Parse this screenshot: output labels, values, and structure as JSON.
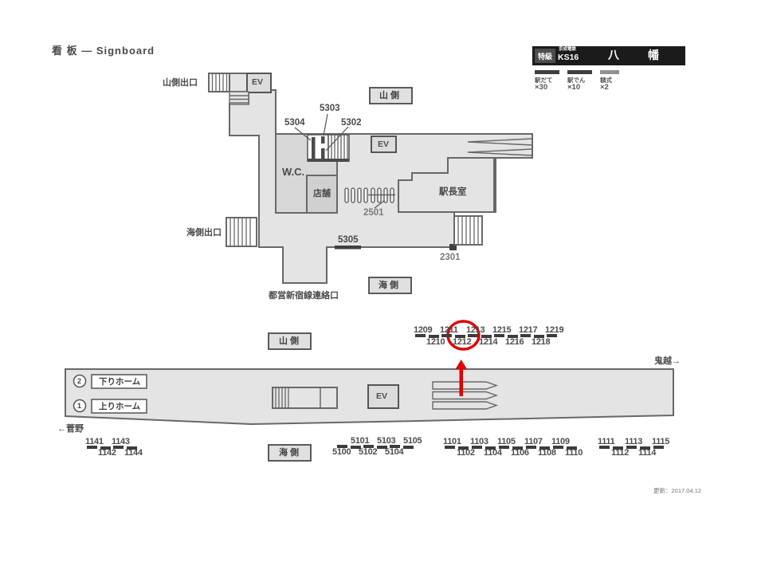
{
  "title": "看 板 — Signboard",
  "header": {
    "grade": "特級",
    "company": "京成電鉄",
    "station_code": "KS16",
    "station_name": "八　幡",
    "legend": [
      {
        "label": "駅だて",
        "count": "×30",
        "bar_color": "#3f3f3f"
      },
      {
        "label": "駅でん",
        "count": "×10",
        "bar_color": "#3f3f3f"
      },
      {
        "label": "額式",
        "count": "×2",
        "bar_color": "#909090"
      }
    ]
  },
  "upper_map": {
    "exit_mountain": "山側出口",
    "exit_sea": "海側出口",
    "side_mountain": "山 側",
    "side_sea": "海 側",
    "wc": "W.C.",
    "shop": "店舗",
    "station_office": "駅長室",
    "subway_link": "都営新宿線連絡口",
    "ev": "EV",
    "sign_5304": "5304",
    "sign_5303": "5303",
    "sign_5302": "5302",
    "sign_5305": "5305",
    "sign_2501": "2501",
    "sign_2301": "2301"
  },
  "lower_map": {
    "side_mountain": "山 側",
    "side_sea": "海 側",
    "platform2_label": "下りホーム",
    "platform1_label": "上りホーム",
    "platform2_num": "2",
    "platform1_num": "1",
    "ev": "EV",
    "dir_right": "鬼越→",
    "dir_left": "←菅野"
  },
  "footer": {
    "updated": "更新：2017.04.12"
  },
  "colors": {
    "highlight": "#e00000",
    "fill": "#e4e4e4",
    "stroke": "#686868"
  },
  "sign_groups": [
    {
      "name": "group-1209",
      "top": [
        "1209",
        "1211",
        "1213",
        "1215",
        "1217",
        "1219"
      ],
      "bottom": [
        "1210",
        "1212",
        "1214",
        "1216",
        "1218"
      ],
      "topX": 519,
      "botX": 535,
      "yTop": 409,
      "yBot": 424,
      "spacing": 33,
      "dashStart": 521,
      "dashY": 419,
      "dashCount": 11,
      "dashSpacing": 16.5
    },
    {
      "name": "group-1141",
      "top": [
        "1141",
        "1143"
      ],
      "bottom": [
        "1142",
        "1144"
      ],
      "topX": 107,
      "botX": 123,
      "yTop": 549,
      "yBot": 563,
      "spacing": 33,
      "dashStart": 109,
      "dashY": 559,
      "dashCount": 4,
      "dashSpacing": 16.5
    },
    {
      "name": "group-5100",
      "top": [
        "5101",
        "5103",
        "5105"
      ],
      "bottom": [
        "5100",
        "5102",
        "5104"
      ],
      "topX": 440,
      "botX": 417,
      "yTop": 548,
      "yBot": 562,
      "spacing": 33,
      "dashStart": 423,
      "dashY": 558,
      "dashCount": 6,
      "dashSpacing": 16.5
    },
    {
      "name": "group-1101",
      "top": [
        "1101",
        "1103",
        "1105",
        "1107",
        "1109"
      ],
      "bottom": [
        "1102",
        "1104",
        "1106",
        "1108",
        "1110"
      ],
      "topX": 556,
      "botX": 573,
      "yTop": 549,
      "yBot": 563,
      "spacing": 34,
      "dashStart": 558,
      "dashY": 559,
      "dashCount": 10,
      "dashSpacing": 17
    },
    {
      "name": "group-1111",
      "top": [
        "1111",
        "1113",
        "1115"
      ],
      "bottom": [
        "1112",
        "1114"
      ],
      "topX": 750,
      "botX": 767,
      "yTop": 549,
      "yBot": 563,
      "spacing": 34,
      "dashStart": 752,
      "dashY": 559,
      "dashCount": 5,
      "dashSpacing": 17
    }
  ]
}
